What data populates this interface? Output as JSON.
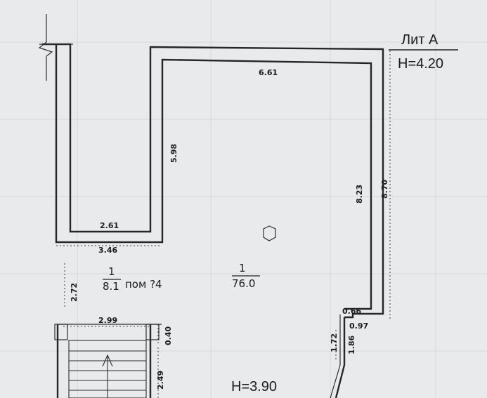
{
  "header": {
    "lit": "Лит А",
    "height": "Н=4.20"
  },
  "dimensions": {
    "d_661": "6.61",
    "d_598": "5.98",
    "d_823": "8.23",
    "d_870": "8.70",
    "d_261": "2.61",
    "d_346": "3.46",
    "d_272": "2.72",
    "d_299": "2.99",
    "d_040": "0.40",
    "d_249": "2.49",
    "d_066": "0.66",
    "d_097": "0.97",
    "d_172": "1.72",
    "d_186": "1.86"
  },
  "rooms": [
    {
      "number": "1",
      "area": "76.0"
    },
    {
      "number": "1",
      "area": "8.1",
      "label": "пом ?4"
    }
  ],
  "bottom_height": "Н=3.90"
}
